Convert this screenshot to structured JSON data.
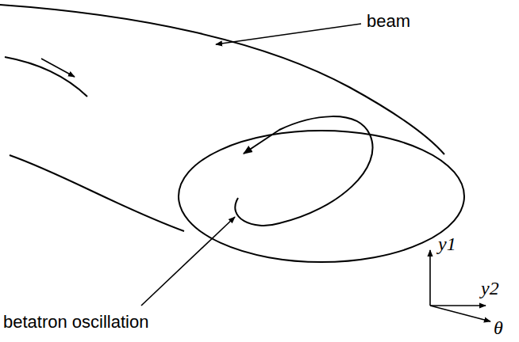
{
  "diagram": {
    "labels": [
      "beam",
      "betatron oscillation",
      "y1",
      "y2",
      "θ"
    ]
  }
}
